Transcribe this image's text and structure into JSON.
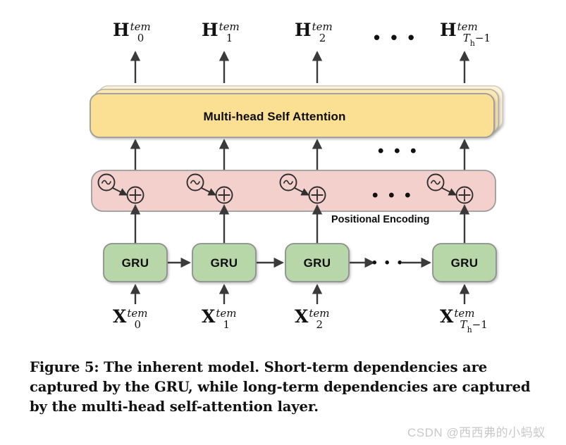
{
  "figure": {
    "caption": "Figure 5: The inherent model. Short-term dependencies are captured by the GRU, while long-term dependencies are captured by the multi-head self-attention layer.",
    "watermark": "CSDN @西西弗的小蚂蚁"
  },
  "colors": {
    "attention_fill": "#FBDF92",
    "attention_stroke": "#9c9c9c",
    "pe_fill": "#F4D0CD",
    "pe_stroke": "#9c9c9c",
    "gru_fill": "#B7D7A8",
    "gru_stroke": "#8f8f8f",
    "arrow": "#3a3a3a",
    "text": "#111111",
    "watermark": "#c9c9c9",
    "background": "#ffffff"
  },
  "blocks": {
    "attention": {
      "label": "Multi-head Self Attention",
      "stacked_layers": 3
    },
    "positional_encoding": {
      "label": "Positional Encoding",
      "operator": "+",
      "signal_icon": "sine-wave-icon",
      "units": 4
    },
    "gru": {
      "label": "GRU",
      "count": 4
    }
  },
  "outputs": [
    {
      "base": "H",
      "sup": "tem",
      "sub": "0"
    },
    {
      "base": "H",
      "sup": "tem",
      "sub": "1"
    },
    {
      "base": "H",
      "sup": "tem",
      "sub": "2"
    },
    {
      "base": "H",
      "sup": "tem",
      "sub": "T_h-1"
    }
  ],
  "inputs": [
    {
      "base": "X",
      "sup": "tem",
      "sub": "0"
    },
    {
      "base": "X",
      "sup": "tem",
      "sub": "1"
    },
    {
      "base": "X",
      "sup": "tem",
      "sub": "2"
    },
    {
      "base": "X",
      "sup": "tem",
      "sub": "T_h-1"
    }
  ],
  "ellipses": {
    "top": "• • •",
    "middle": "• • •",
    "pe": "• • •",
    "gru_chain": "• • •"
  },
  "labels": {
    "H": "H",
    "X": "X",
    "sup_tem": "tem",
    "sub_0": "0",
    "sub_1": "1",
    "sub_2": "2",
    "sub_T": "T",
    "sub_h": "h",
    "sub_minus1": "−1",
    "gru_0": "GRU",
    "gru_1": "GRU",
    "gru_2": "GRU",
    "gru_3": "GRU"
  }
}
